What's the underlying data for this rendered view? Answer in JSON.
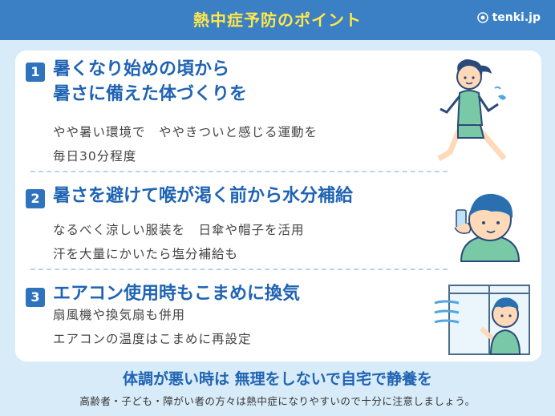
{
  "header": {
    "title": "熱中症予防のポイント",
    "brand": "tenki.jp"
  },
  "points": [
    {
      "number": "1",
      "heading_line1": "暑くなり始めの頃から",
      "heading_line2": "暑さに備えた体づくりを",
      "body_line1": "やや暑い環境で　ややきついと感じる運動を",
      "body_line2": "毎日30分程度"
    },
    {
      "number": "2",
      "heading_line1": "暑さを避けて喉が渇く前から水分補給",
      "body_line1": "なるべく涼しい服装を　日傘や帽子を活用",
      "body_line2": "汗を大量にかいたら塩分補給も"
    },
    {
      "number": "3",
      "heading_line1": "エアコン使用時もこまめに換気",
      "body_line1": "扇風機や換気扇も併用",
      "body_line2": "エアコンの温度はこまめに再設定"
    }
  ],
  "footer": {
    "main": "体調が悪い時は 無理をしないで自宅で静養を",
    "sub": "高齢者・子ども・障がい者の方々は熱中症になりやすいので十分に注意しましょう。"
  },
  "colors": {
    "header_bg": "#3b7fc4",
    "title": "#ffe84a",
    "accent": "#2f73bd",
    "heading": "#1f63b3",
    "page_bg": "#d8ebf8"
  }
}
